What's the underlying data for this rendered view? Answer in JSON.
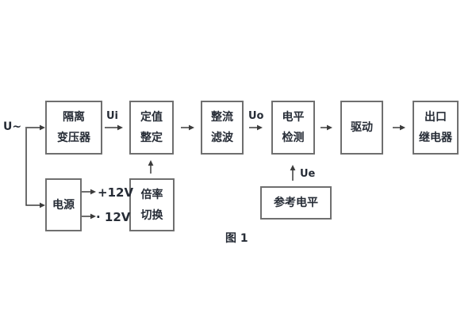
{
  "figure": {
    "caption": "图 1",
    "source_label": "U~",
    "signals": {
      "ui": "Ui",
      "uo": "Uo",
      "ue": "Ue"
    },
    "power_rails": {
      "positive": "+12V",
      "negative": "· 12V"
    },
    "blocks": {
      "isolation_transformer": {
        "line1": "隔离",
        "line2": "变压器"
      },
      "setpoint_setting": {
        "line1": "定值",
        "line2": "整定"
      },
      "rectifier_filter": {
        "line1": "整流",
        "line2": "滤波"
      },
      "level_detector": {
        "line1": "电平",
        "line2": "检测"
      },
      "driver": {
        "label": "驱动"
      },
      "output_relay": {
        "line1": "出口",
        "line2": "继电器"
      },
      "power_supply": {
        "label": "电源"
      },
      "ratio_switch": {
        "line1": "倍率",
        "line2": "切换"
      },
      "reference_level": {
        "label": "参考电平"
      }
    },
    "colors": {
      "background": "#ffffff",
      "box_border": "#6f6f6f",
      "text": "#262c36",
      "line": "#3c3c3c"
    }
  }
}
